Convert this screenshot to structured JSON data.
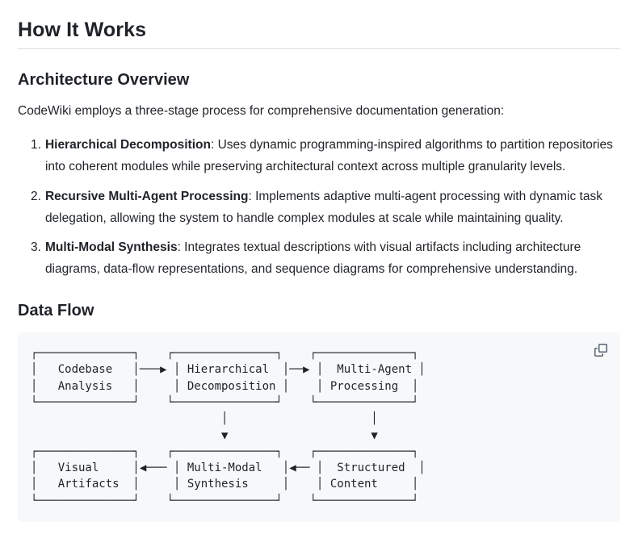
{
  "page_title": "How It Works",
  "architecture": {
    "heading": "Architecture Overview",
    "intro": "CodeWiki employs a three-stage process for comprehensive documentation generation:",
    "steps": [
      {
        "number": "1.",
        "title": "Hierarchical Decomposition",
        "text": ": Uses dynamic programming-inspired algorithms to partition repositories into coherent modules while preserving architectural context across multiple granularity levels."
      },
      {
        "number": "2.",
        "title": "Recursive Multi-Agent Processing",
        "text": ": Implements adaptive multi-agent processing with dynamic task delegation, allowing the system to handle complex modules at scale while maintaining quality."
      },
      {
        "number": "3.",
        "title": "Multi-Modal Synthesis",
        "text": ": Integrates textual descriptions with visual artifacts including architecture diagrams, data-flow representations, and sequence diagrams for comprehensive understanding."
      }
    ]
  },
  "data_flow": {
    "heading": "Data Flow",
    "diagram_lines": [
      "┌──────────────┐    ┌───────────────┐    ┌──────────────┐",
      "│   Codebase   │───▶ │ Hierarchical  │──▶ │  Multi-Agent │",
      "│   Analysis   │     │ Decomposition │    │ Processing  │",
      "└──────────────┘    └───────────────┘    └──────────────┘",
      "                            │                     │",
      "                            ▼                     ▼",
      "┌──────────────┐    ┌───────────────┐    ┌──────────────┐",
      "│   Visual     │◀─── │ Multi-Modal   │◀── │  Structured  │",
      "│   Artifacts  │     │ Synthesis     │    │ Content     │",
      "└──────────────┘    └───────────────┘    └──────────────┘"
    ],
    "nodes": [
      "Codebase Analysis",
      "Hierarchical Decomposition",
      "Multi-Agent Processing",
      "Visual Artifacts",
      "Multi-Modal Synthesis",
      "Structured Content"
    ]
  },
  "icons": {
    "copy": "copy-icon"
  },
  "colors": {
    "text": "#1f2328",
    "code_background": "#f6f8fa",
    "divider": "#d8dee4",
    "icon": "#59636e"
  }
}
